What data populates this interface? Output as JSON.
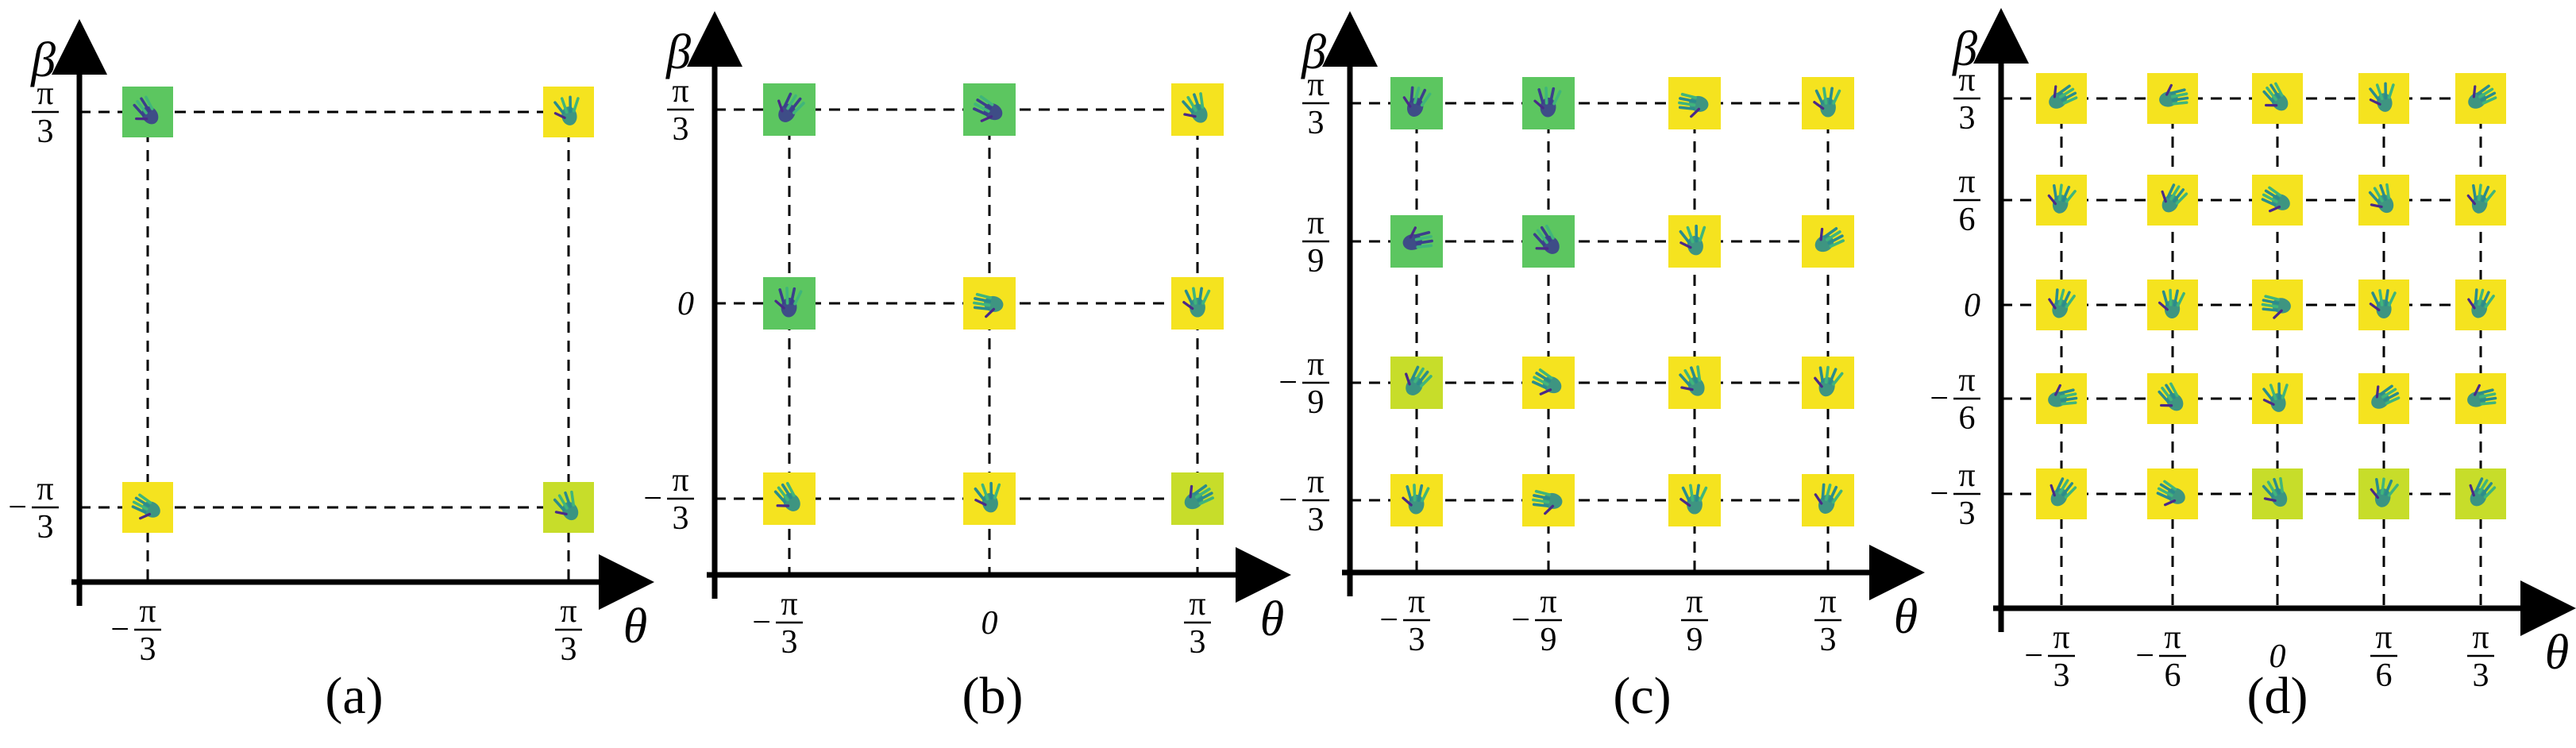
{
  "colors": {
    "green": "#5cc660",
    "yellow_green": "#c7dd2a",
    "yellow": "#f5e31f",
    "hand_dark": "#3b3f8c",
    "hand_teal": "#2a8c8c",
    "hand_purple": "#4a2a88",
    "hand_light": "#3fb57b"
  },
  "axes": {
    "x_symbol": "θ",
    "y_symbol": "β",
    "pi": "π",
    "minus": "−",
    "zero": "0"
  },
  "panels": [
    {
      "caption": "(a)",
      "x_ticks": [
        {
          "neg": true,
          "num": "π",
          "den": "3"
        },
        {
          "neg": false,
          "num": "π",
          "den": "3"
        }
      ],
      "y_ticks": [
        {
          "neg": false,
          "num": "π",
          "den": "3"
        },
        {
          "neg": true,
          "num": "π",
          "den": "3"
        }
      ],
      "cells": [
        [
          "green",
          "yellow"
        ],
        [
          "yellow",
          "yellow_green"
        ]
      ]
    },
    {
      "caption": "(b)",
      "x_ticks": [
        {
          "neg": true,
          "num": "π",
          "den": "3"
        },
        {
          "zero": true
        },
        {
          "neg": false,
          "num": "π",
          "den": "3"
        }
      ],
      "y_ticks": [
        {
          "neg": false,
          "num": "π",
          "den": "3"
        },
        {
          "zero": true
        },
        {
          "neg": true,
          "num": "π",
          "den": "3"
        }
      ],
      "cells": [
        [
          "green",
          "green",
          "yellow"
        ],
        [
          "green",
          "yellow",
          "yellow"
        ],
        [
          "yellow",
          "yellow",
          "yellow_green"
        ]
      ]
    },
    {
      "caption": "(c)",
      "x_ticks": [
        {
          "neg": true,
          "num": "π",
          "den": "3"
        },
        {
          "neg": true,
          "num": "π",
          "den": "9"
        },
        {
          "neg": false,
          "num": "π",
          "den": "9"
        },
        {
          "neg": false,
          "num": "π",
          "den": "3"
        }
      ],
      "y_ticks": [
        {
          "neg": false,
          "num": "π",
          "den": "3"
        },
        {
          "neg": false,
          "num": "π",
          "den": "9"
        },
        {
          "neg": true,
          "num": "π",
          "den": "9"
        },
        {
          "neg": true,
          "num": "π",
          "den": "3"
        }
      ],
      "cells": [
        [
          "green",
          "green",
          "yellow",
          "yellow"
        ],
        [
          "green",
          "green",
          "yellow",
          "yellow"
        ],
        [
          "yellow_green",
          "yellow",
          "yellow",
          "yellow"
        ],
        [
          "yellow",
          "yellow",
          "yellow",
          "yellow"
        ]
      ]
    },
    {
      "caption": "(d)",
      "x_ticks": [
        {
          "neg": true,
          "num": "π",
          "den": "3"
        },
        {
          "neg": true,
          "num": "π",
          "den": "6"
        },
        {
          "zero": true
        },
        {
          "neg": false,
          "num": "π",
          "den": "6"
        },
        {
          "neg": false,
          "num": "π",
          "den": "3"
        }
      ],
      "y_ticks": [
        {
          "neg": false,
          "num": "π",
          "den": "3"
        },
        {
          "neg": false,
          "num": "π",
          "den": "6"
        },
        {
          "zero": true
        },
        {
          "neg": true,
          "num": "π",
          "den": "6"
        },
        {
          "neg": true,
          "num": "π",
          "den": "3"
        }
      ],
      "cells": [
        [
          "yellow",
          "yellow",
          "yellow",
          "yellow",
          "yellow"
        ],
        [
          "yellow",
          "yellow",
          "yellow",
          "yellow",
          "yellow"
        ],
        [
          "yellow",
          "yellow",
          "yellow",
          "yellow",
          "yellow"
        ],
        [
          "yellow",
          "yellow",
          "yellow",
          "yellow",
          "yellow"
        ],
        [
          "yellow",
          "yellow",
          "yellow_green",
          "yellow_green",
          "yellow_green"
        ]
      ]
    }
  ]
}
